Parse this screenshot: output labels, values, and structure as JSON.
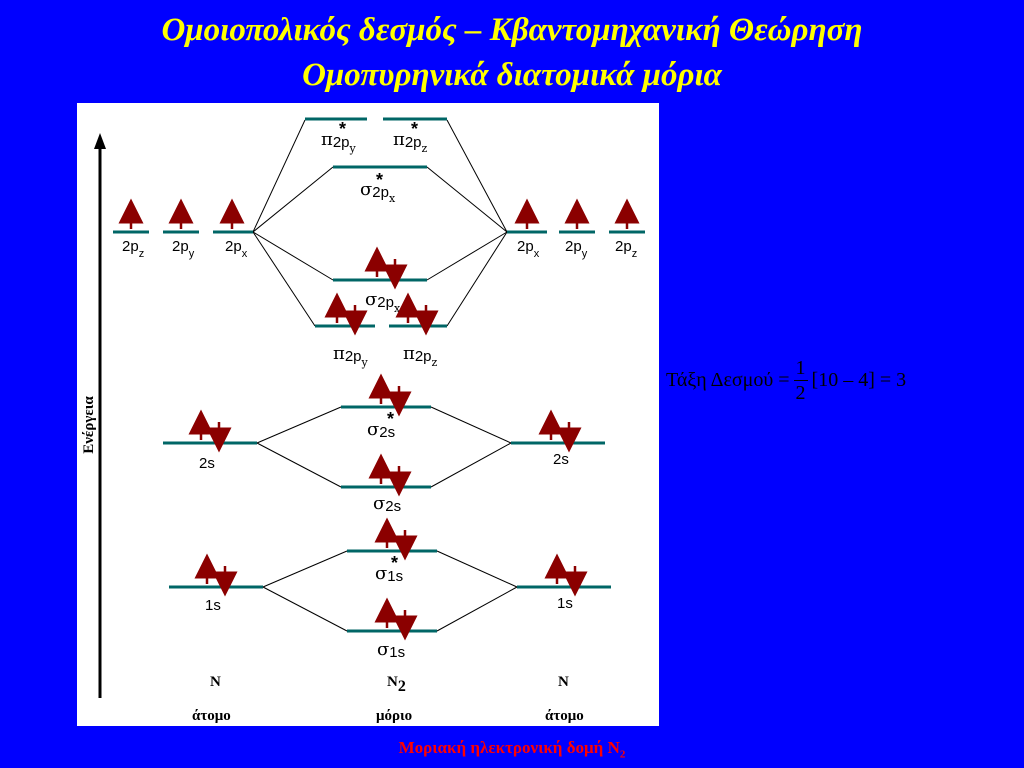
{
  "title_line1": "Ομοιοπολικός δεσμός – Κβαντομηχανική Θεώρηση",
  "title_line2": "Ομοπυρηνικά διατομικά μόρια",
  "axis_label": "Ενέργεια",
  "atoms": {
    "left_symbol": "N",
    "left_caption": "άτομο",
    "middle_symbol": "N",
    "middle_subscript": "2",
    "middle_caption": "μόριο",
    "right_symbol": "N",
    "right_caption": "άτομο"
  },
  "atomic_orbitals_left": [
    {
      "label": "2p",
      "sub": "z"
    },
    {
      "label": "2p",
      "sub": "y"
    },
    {
      "label": "2p",
      "sub": "x"
    },
    {
      "label": "2s",
      "sub": ""
    },
    {
      "label": "1s",
      "sub": ""
    }
  ],
  "atomic_orbitals_right": [
    {
      "label": "2p",
      "sub": "x"
    },
    {
      "label": "2p",
      "sub": "y"
    },
    {
      "label": "2p",
      "sub": "z"
    },
    {
      "label": "2s",
      "sub": ""
    },
    {
      "label": "1s",
      "sub": ""
    }
  ],
  "molecular_orbitals": [
    {
      "symbol": "π",
      "sub": "2p",
      "subsub": "y",
      "star": true
    },
    {
      "symbol": "π",
      "sub": "2p",
      "subsub": "z",
      "star": true
    },
    {
      "symbol": "σ",
      "sub": "2p",
      "subsub": "x",
      "star": true
    },
    {
      "symbol": "σ",
      "sub": "2p",
      "subsub": "x",
      "star": false
    },
    {
      "symbol": "π",
      "sub": "2p",
      "subsub": "y",
      "star": false
    },
    {
      "symbol": "π",
      "sub": "2p",
      "subsub": "z",
      "star": false
    },
    {
      "symbol": "σ",
      "sub": "2s",
      "subsub": "",
      "star": true
    },
    {
      "symbol": "σ",
      "sub": "2s",
      "subsub": "",
      "star": false
    },
    {
      "symbol": "σ",
      "sub": "1s",
      "subsub": "",
      "star": true
    },
    {
      "symbol": "σ",
      "sub": "1s",
      "subsub": "",
      "star": false
    }
  ],
  "bond_order": {
    "label": "Τάξη Δεσμού =",
    "numerator": "1",
    "denominator": "2",
    "expression": "[10 – 4] = 3"
  },
  "caption": {
    "text": "Μοριακή ηλεκτρονική δομή N",
    "subscript": "2"
  },
  "colors": {
    "background": "#0000ff",
    "title": "#ffff00",
    "level_line": "#006666",
    "electron_arrow": "#8b0000",
    "caption": "#ff0000"
  }
}
